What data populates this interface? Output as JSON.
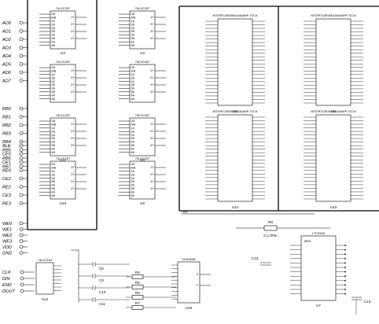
{
  "left_signals": {
    "addr": [
      "AD0",
      "AD1",
      "AD2",
      "AD3",
      "AD4",
      "AD5",
      "AD6",
      "AD7"
    ],
    "row": [
      "RB0",
      "RB1",
      "RB2",
      "RB3",
      "RB4",
      "RB5",
      "RB6",
      "RB7"
    ],
    "ctrl": [
      "ALE",
      "CE0",
      "CE1",
      "RE0",
      "CE2",
      "RE2",
      "CE3",
      "RE3"
    ],
    "bottom": [
      "WE0",
      "WE1",
      "WE2",
      "WE3",
      "VDD",
      "GND"
    ],
    "spi": [
      "CLK",
      "DIN",
      "END",
      "DOUT"
    ]
  },
  "mux": {
    "part": "74LVC257",
    "refs": [
      "U4",
      "U3",
      "U11",
      "U8",
      "U10",
      "U9"
    ]
  },
  "nand": {
    "part": "MT29F128G08AJAAAWP-ITZ:A",
    "refs": [
      "U5",
      "U6",
      "U12",
      "U13"
    ]
  },
  "bottom": {
    "shift_part": "74LVC164",
    "shift_ref": "U14",
    "mux_part": "CD4052B",
    "mux_ref": "U15",
    "caps": [
      "C8",
      "C9",
      "C10",
      "C11"
    ],
    "res": [
      "R4",
      "R5",
      "R6",
      "R7"
    ],
    "sense_res": "R8",
    "sense_val": "0.1 Ohm",
    "adc_part": "LTC2943",
    "adc_ref": "U7",
    "adc_sub": "MP3",
    "cap_right": "C12",
    "cap_far": "C13",
    "net_label": "VDD"
  }
}
